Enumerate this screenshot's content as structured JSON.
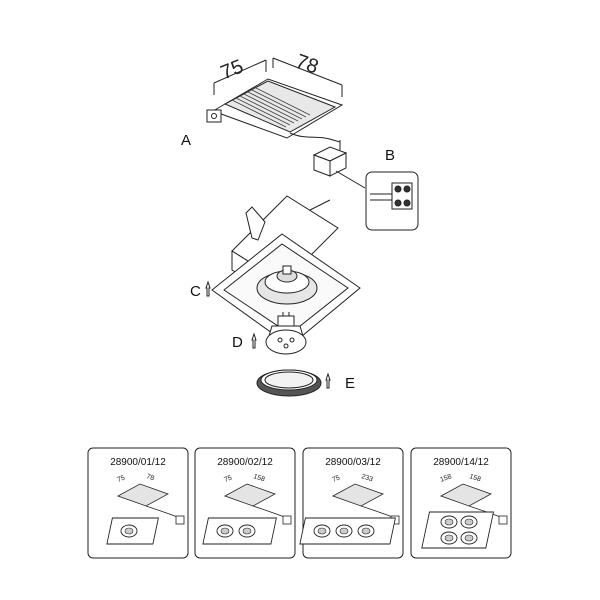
{
  "diagram": {
    "top_dimensions": {
      "width": "75",
      "depth": "78"
    },
    "labels": {
      "a": "A",
      "b": "B",
      "c": "C",
      "d": "D",
      "e": "E"
    }
  },
  "variants": [
    {
      "code": "28900/01/12",
      "dim1": "75",
      "dim2": "78",
      "lamps": 1
    },
    {
      "code": "28900/02/12",
      "dim1": "75",
      "dim2": "158",
      "lamps": 2
    },
    {
      "code": "28900/03/12",
      "dim1": "75",
      "dim2": "233",
      "lamps": 3
    },
    {
      "code": "28900/14/12",
      "dim1": "158",
      "dim2": "158",
      "lamps": 4
    }
  ]
}
